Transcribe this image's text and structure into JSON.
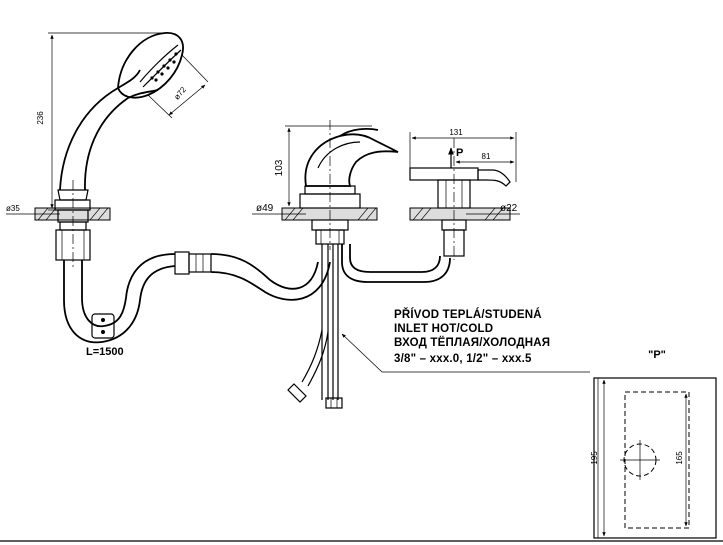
{
  "dimensions": {
    "shower_height": "236",
    "shower_head_dia": "ø72",
    "left_base_dia": "ø35",
    "hose_length": "L=1500",
    "mixer_height": "103",
    "mixer_base_dia": "ø49",
    "spout_length": "131",
    "spout_offset": "81",
    "spout_base_dia": "ø22"
  },
  "view_marker": "P",
  "note_lines": [
    "PŘÍVOD TEPLÁ/STUDENÁ",
    "INLET HOT/COLD",
    "ВХОД ТЁПЛАЯ/ХОЛОДНАЯ",
    "3/8\" – xxx.0, 1/2\" – xxx.5"
  ],
  "detail_view": {
    "title": "\"P\"",
    "outer_height": "195",
    "inner_height": "165"
  }
}
